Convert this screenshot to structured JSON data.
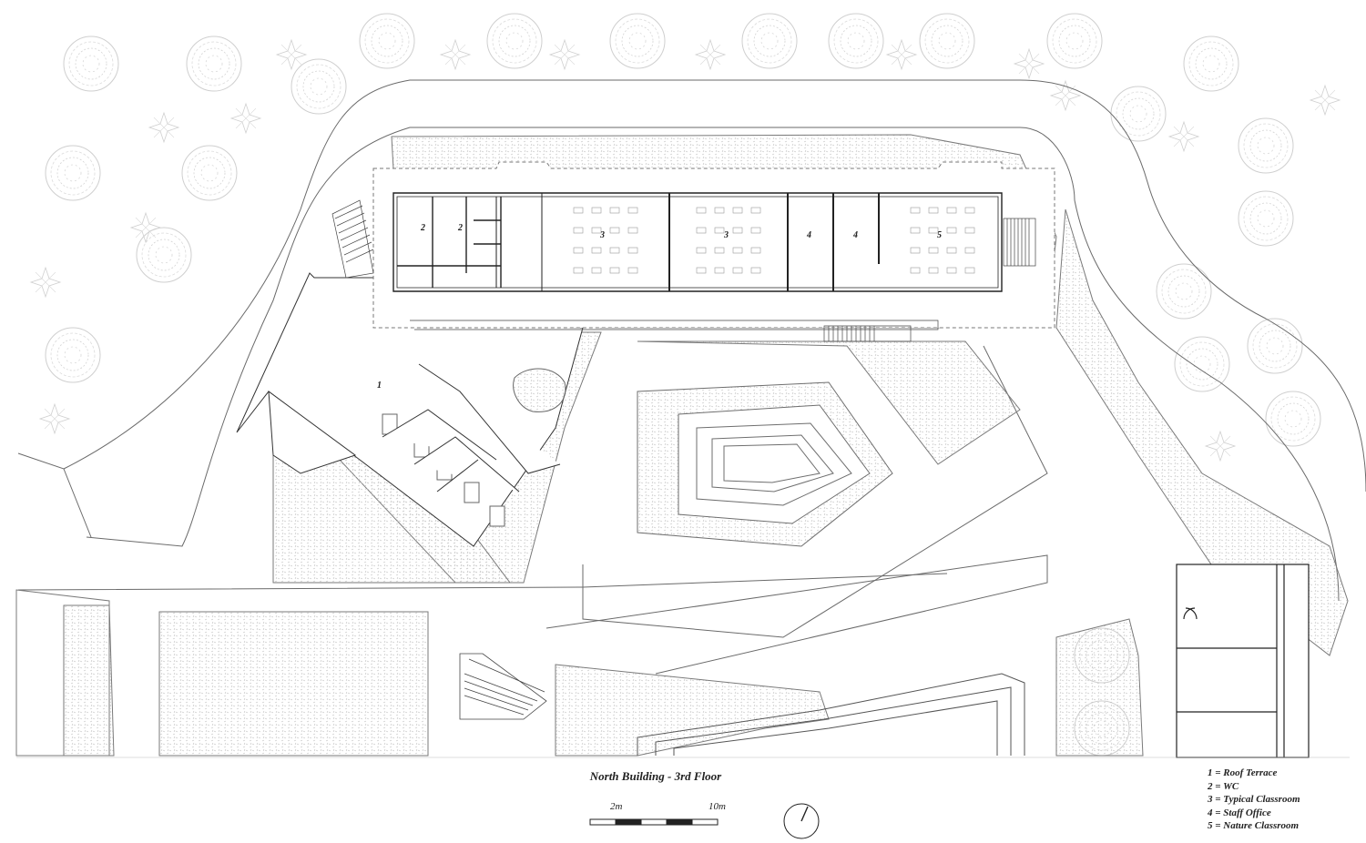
{
  "title": "North Building - 3rd Floor",
  "scale_bar": {
    "label_short": "2m",
    "label_long": "10m"
  },
  "legend": [
    "1 = Roof Terrace",
    "2 = WC",
    "3 = Typical Classroom",
    "4 = Staff Office",
    "5 = Nature Classroom"
  ],
  "room_labels": [
    "1",
    "2",
    "2",
    "3",
    "3",
    "4",
    "4",
    "5"
  ]
}
